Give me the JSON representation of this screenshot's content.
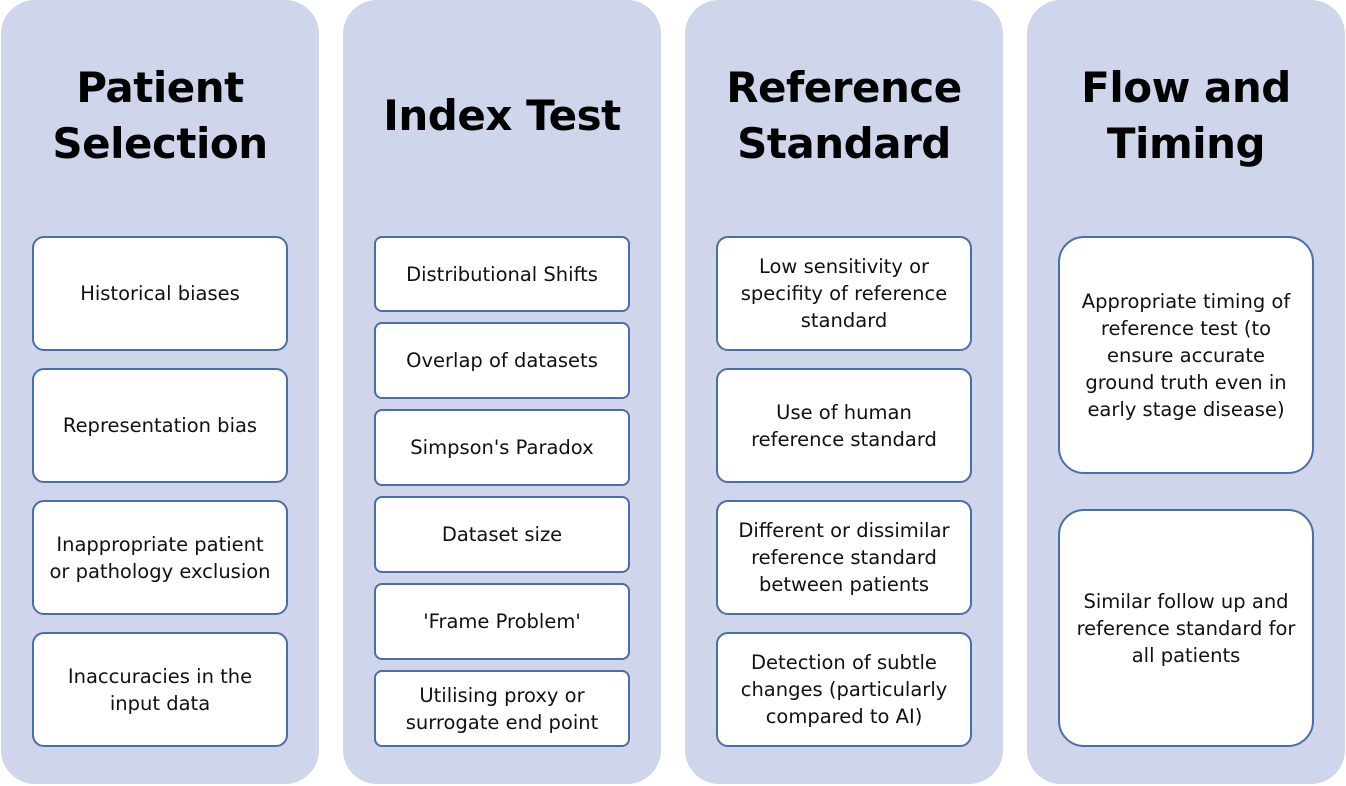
{
  "colors": {
    "column_background": "#cfd5eb",
    "box_border": "#4a6ea8",
    "box_fill": "#ffffff",
    "text": "#111111"
  },
  "columns": [
    {
      "title": "Patient Selection",
      "items": [
        "Historical biases",
        "Representation bias",
        "Inappropriate patient or pathology exclusion",
        "Inaccuracies in the input data"
      ]
    },
    {
      "title": "Index Test",
      "items": [
        "Distributional Shifts",
        "Overlap of datasets",
        "Simpson's Paradox",
        "Dataset size",
        "'Frame Problem'",
        "Utilising proxy or surrogate end point"
      ]
    },
    {
      "title": "Reference Standard",
      "items": [
        "Low sensitivity or specifity of reference standard",
        "Use of human reference standard",
        "Different or dissimilar reference standard between patients",
        "Detection of subtle changes (particularly compared to AI)"
      ]
    },
    {
      "title": "Flow and Timing",
      "items": [
        "Appropriate timing of reference test (to ensure accurate ground truth even in early stage disease)",
        "Similar follow up and reference standard for all patients"
      ]
    }
  ]
}
